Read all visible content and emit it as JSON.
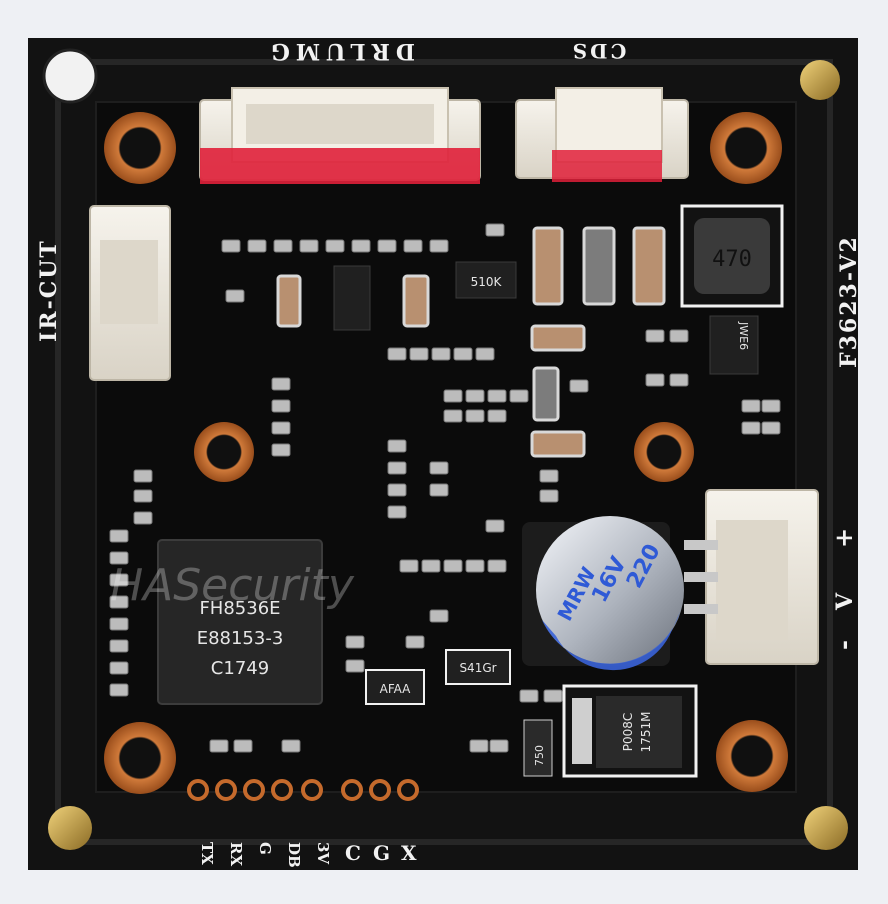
{
  "board": {
    "top_label": "DRLUMG",
    "cds_label": "CDS",
    "ircut_label": "IR-CUT",
    "model_label": "F3623-V2",
    "power_plus": "+",
    "power_v": "V",
    "power_minus": "-",
    "pins_left": [
      "TX",
      "RX",
      "G",
      "DB",
      "3V"
    ],
    "pins_right": [
      "C",
      "G",
      "X"
    ]
  },
  "chip": {
    "line1": "FH8536E",
    "line2": "E88153-3",
    "line3": "C1749"
  },
  "components": {
    "inductor": "470",
    "capacitor_line1": "MRW",
    "capacitor_line2": "16V",
    "capacitor_line3": "220",
    "ic_510k": "510K",
    "ic_afaa": "AFAA",
    "ic_s41gr": "S41Gr",
    "ic_jwe6": "JWE6",
    "resistor_750": "750",
    "diode_line1": "P008C",
    "diode_line2": "1751M"
  },
  "watermark": "HASecurity",
  "colors": {
    "pcb": "#121212",
    "copper": "#c56a2c",
    "silkscreen": "#f2f2f2",
    "connector": "#e9e5dc",
    "connector_red": "#e0203a",
    "capacitor_blue": "#3a63d8"
  }
}
